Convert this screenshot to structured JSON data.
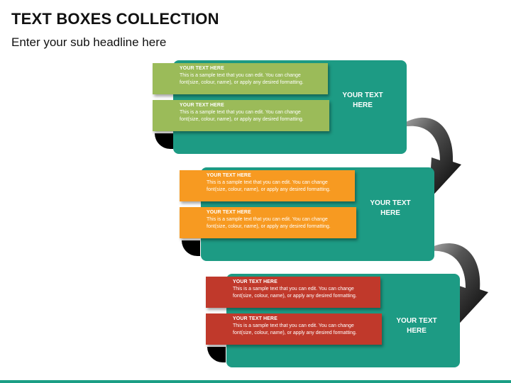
{
  "header": {
    "title": "TEXT BOXES COLLECTION",
    "subtitle": "Enter your sub headline here"
  },
  "colors": {
    "teal": "#1d9b84",
    "green": "#9bbb59",
    "orange": "#f79a21",
    "red": "#c0392b"
  },
  "groups": [
    {
      "box_label": "YOUR TEXT HERE",
      "color_name": "green",
      "items": [
        {
          "heading": "YOUR TEXT HERE",
          "body": "This is a sample text that you can edit. You can change font(size, colour, name), or apply any desired formatting."
        },
        {
          "heading": "YOUR TEXT HERE",
          "body": "This is a sample text that you can edit. You can change font(size, colour, name), or apply any desired formatting."
        }
      ]
    },
    {
      "box_label": "YOUR TEXT HERE",
      "color_name": "orange",
      "items": [
        {
          "heading": "YOUR TEXT HERE",
          "body": "This is a sample text that you can edit. You can change font(size, colour, name), or apply any desired formatting."
        },
        {
          "heading": "YOUR TEXT HERE",
          "body": "This is a sample text that you can edit. You can change font(size, colour, name), or apply any desired formatting."
        }
      ]
    },
    {
      "box_label": "YOUR TEXT HERE",
      "color_name": "red",
      "items": [
        {
          "heading": "YOUR TEXT HERE",
          "body": "This is a sample text that you can edit. You can change font(size, colour, name), or apply any desired formatting."
        },
        {
          "heading": "YOUR TEXT HERE",
          "body": "This is a sample text that you can edit. You can change font(size, colour, name), or apply any desired formatting."
        }
      ]
    }
  ]
}
